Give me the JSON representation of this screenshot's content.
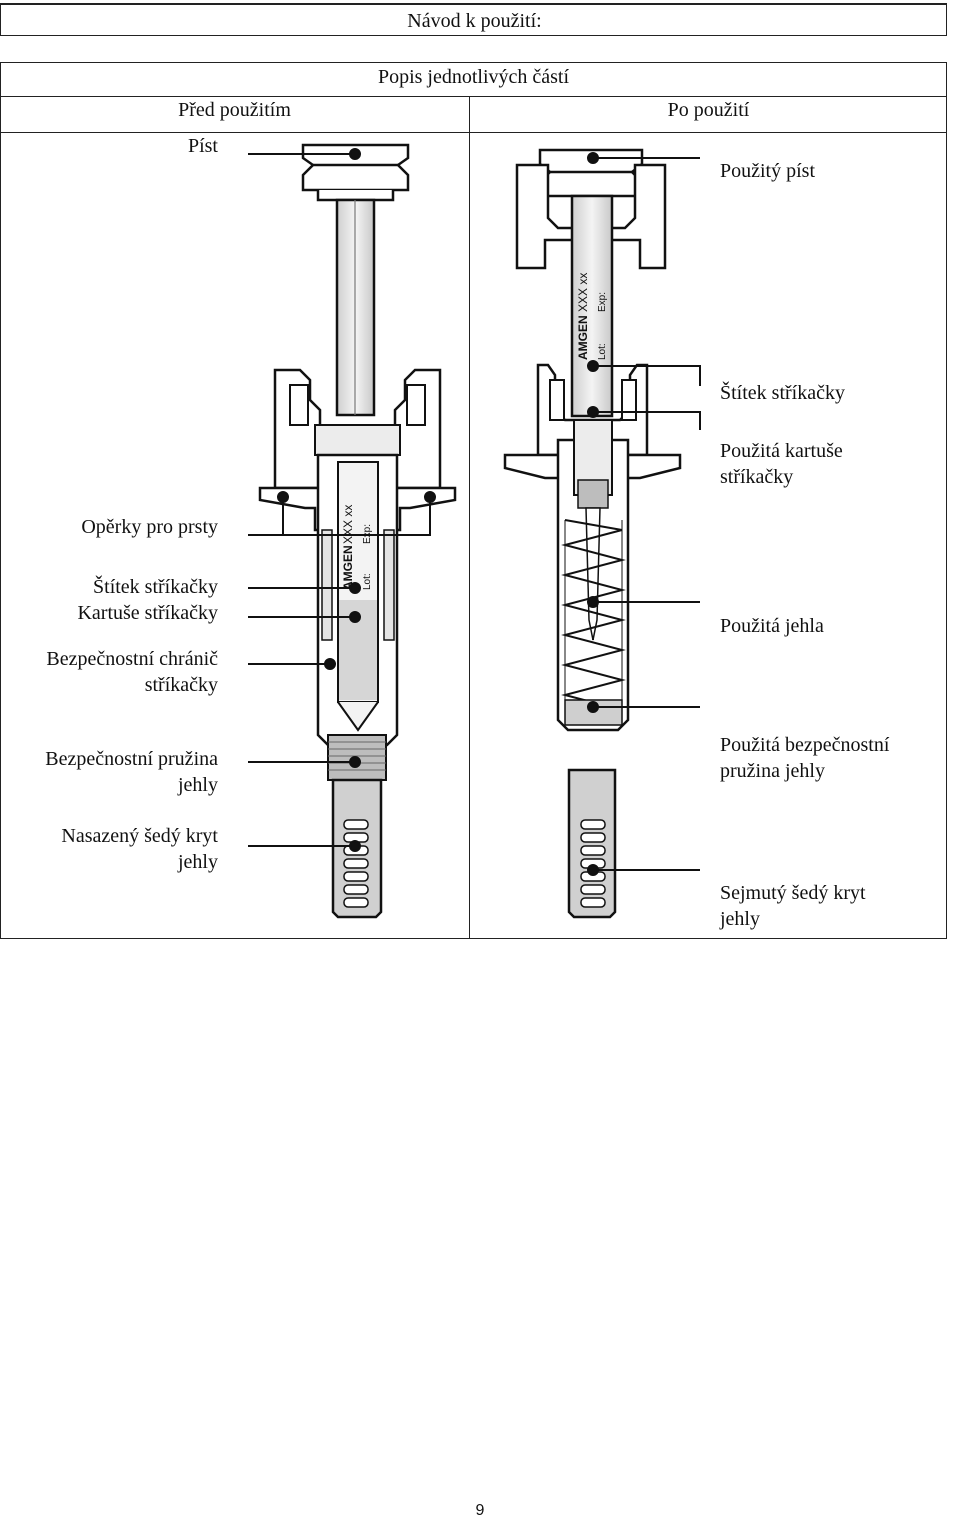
{
  "header_box": {
    "title": "Návod k použití:"
  },
  "table": {
    "title": "Popis jednotlivých částí",
    "before_header": "Před použitím",
    "after_header": "Po použití",
    "before_labels": {
      "plunger": "Píst",
      "finger_grips": "Opěrky pro prsty",
      "syringe_label": "Štítek stříkačky",
      "syringe_barrel": "Kartuše stříkačky",
      "guard_line1": "Bezpečnostní chránič",
      "guard_line2": "stříkačky",
      "spring_line1": "Bezpečnostní pružina",
      "spring_line2": "jehly",
      "cap_line1": "Nasazený šedý kryt",
      "cap_line2": "jehly"
    },
    "after_labels": {
      "used_plunger": "Použitý píst",
      "syringe_label": "Štítek stříkačky",
      "used_barrel_line1": "Použitá kartuše",
      "used_barrel_line2": "stříkačky",
      "used_needle": "Použitá jehla",
      "used_spring_line1": "Použitá bezpečnostní",
      "used_spring_line2": "pružina jehly",
      "removed_cap_line1": "Sejmutý šedý kryt",
      "removed_cap_line2": "jehly"
    },
    "syringe_print": {
      "brand": "AMGEN",
      "code": "XXX xx",
      "lot": "Lot:",
      "exp": "Exp:"
    }
  },
  "page_number": "9"
}
